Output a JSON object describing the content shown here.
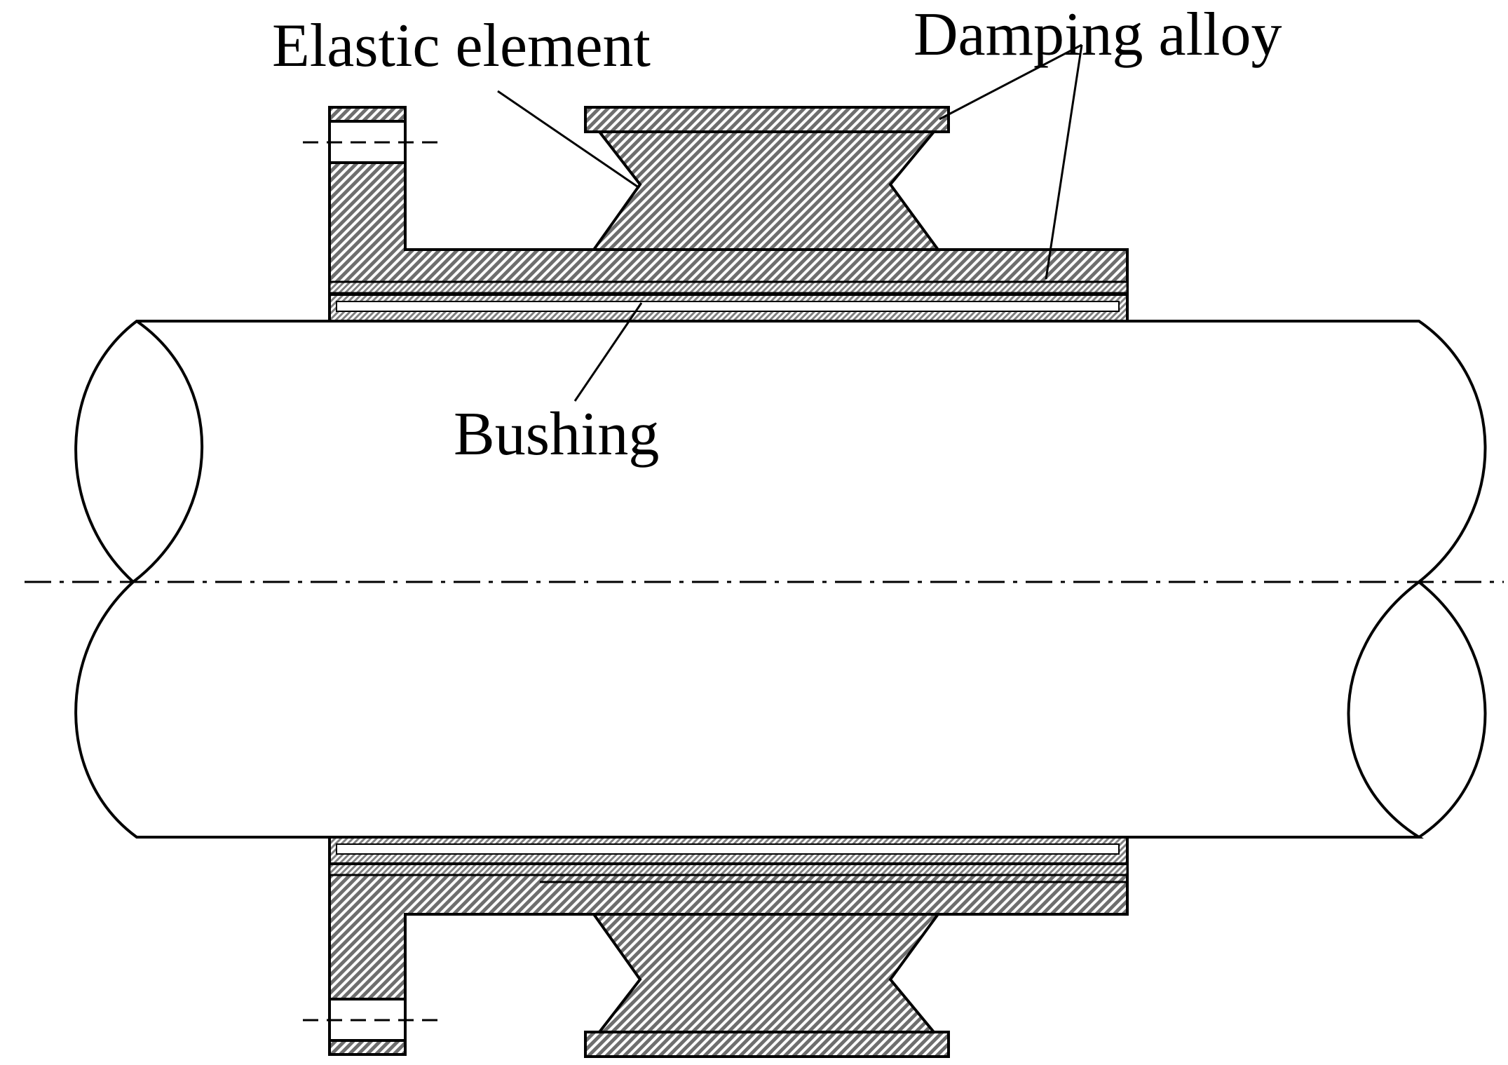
{
  "labels": {
    "elastic_element": "Elastic element",
    "damping_alloy": "Damping alloy",
    "bushing": "Bushing"
  },
  "colors": {
    "line": "#000000",
    "hatch_fill": "#a6a6a6",
    "background": "#ffffff"
  }
}
